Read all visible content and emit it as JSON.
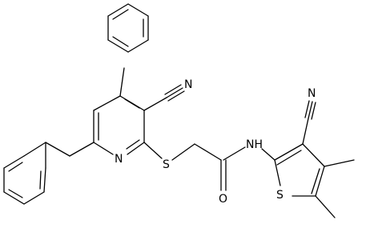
{
  "molecule": {
    "atom_labels": {
      "nitrile_n_pyridine": "N",
      "pyridine_n": "N",
      "thioether_s": "S",
      "carbonyl_o": "O",
      "amide_nh": "NH",
      "nitrile_n_thiophene": "N",
      "thiophene_s": "S"
    }
  }
}
